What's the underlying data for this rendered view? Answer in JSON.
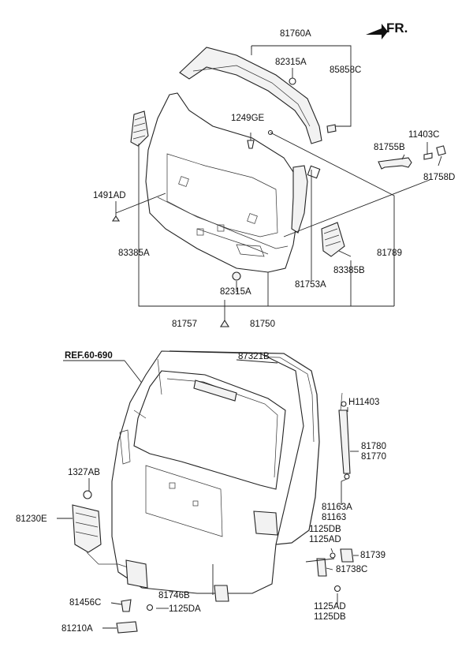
{
  "direction_label": "FR.",
  "reference_label": "REF.60-690",
  "upper_group": {
    "labels": {
      "p81760A": "81760A",
      "p82315A_top": "82315A",
      "p85858C": "85858C",
      "p1249GE": "1249GE",
      "p11403C": "11403C",
      "p81755B": "81755B",
      "p81758D": "81758D",
      "p1491AD": "1491AD",
      "p83385A": "83385A",
      "p81789": "81789",
      "p83385B": "83385B",
      "p81753A": "81753A",
      "p82315A_bottom": "82315A",
      "p81757": "81757",
      "p81750": "81750"
    }
  },
  "lower_group": {
    "labels": {
      "p87321B": "87321B",
      "pH11403": "H11403",
      "p81780": "81780",
      "p81770": "81770",
      "p1327AB": "1327AB",
      "p81230E": "81230E",
      "p81163A": "81163A",
      "p81163": "81163",
      "p1125DB_a": "1125DB",
      "p1125AD_a": "1125AD",
      "p81739": "81739",
      "p81738C": "81738C",
      "p81746B": "81746B",
      "p1125DA": "1125DA",
      "p81456C": "81456C",
      "p81210A": "81210A",
      "p1125AD_b": "1125AD",
      "p1125DB_b": "1125DB"
    }
  }
}
